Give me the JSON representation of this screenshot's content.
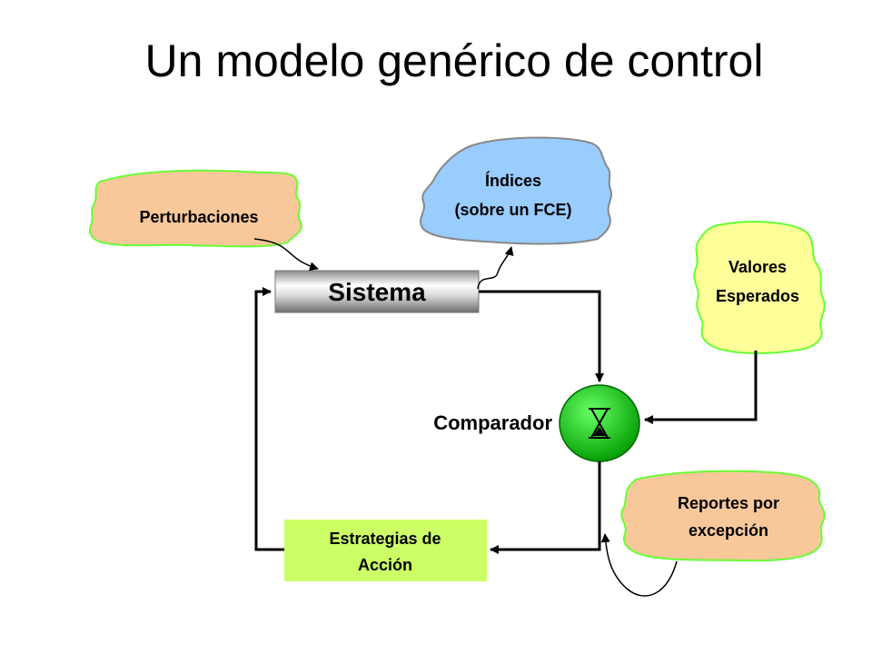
{
  "title": "Un modelo genérico de control",
  "nodes": {
    "perturbaciones": {
      "label": "Perturbaciones",
      "color": "#f8c89a"
    },
    "indices": {
      "line1": "Índices",
      "line2": "(sobre un FCE)",
      "color": "#99ccff"
    },
    "valores": {
      "line1": "Valores",
      "line2": "Esperados",
      "color": "#ffff99"
    },
    "sistema": {
      "label": "Sistema"
    },
    "comparador": {
      "label": "Comparador",
      "color": "#33cc33"
    },
    "reportes": {
      "line1": "Reportes por",
      "line2": "excepción",
      "color": "#f8c89a"
    },
    "estrategias": {
      "line1": "Estrategias de",
      "line2": "Acción",
      "color": "#ccff66"
    }
  },
  "colors": {
    "cloud_outline": "#66ff33",
    "arrow": "#000000"
  },
  "icons": {
    "comparador": "hourglass-icon"
  }
}
